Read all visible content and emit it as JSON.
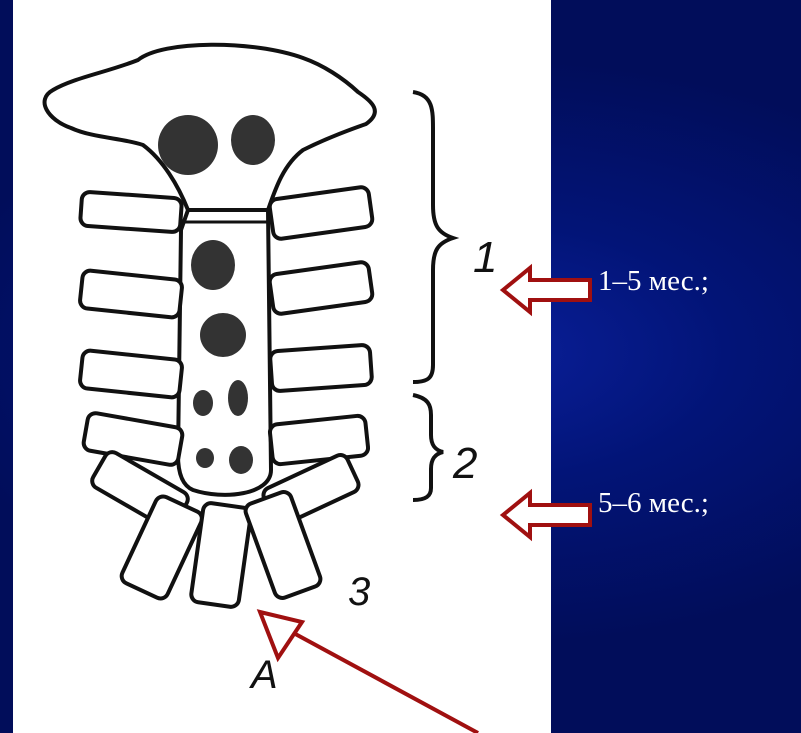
{
  "diagram": {
    "labels": {
      "region_1": "1",
      "region_2": "2",
      "region_3": "3",
      "figure_letter": "A"
    }
  },
  "callouts": [
    {
      "text": "1–5 мес.;"
    },
    {
      "text": "5–6 мес.;"
    }
  ],
  "colors": {
    "background": "#021477",
    "panel": "#ffffff",
    "ink": "#111111",
    "arrow_stroke": "#a01010",
    "arrow_fill": "#ffffff",
    "caption_text": "#ffffff"
  }
}
